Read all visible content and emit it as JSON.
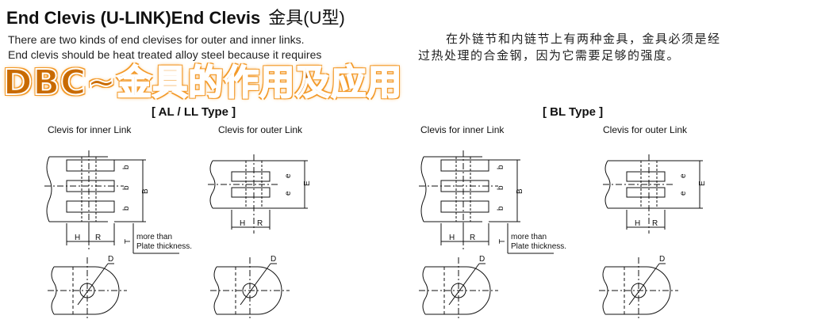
{
  "title": {
    "en": "End Clevis (U-LINK)End Clevis",
    "cn": "金具(U型)"
  },
  "intro": {
    "en_line1": "There are two kinds of end clevises for outer and inner links.",
    "en_line2": "End clevis should be heat treated alloy steel because it requires",
    "cn_line1": "在外链节和内链节上有两种金具，金具必须是经",
    "cn_line2": "过热处理的合金钢，因为它需要足够的强度。"
  },
  "banner": "DBC~金具的作用及应用",
  "banner_color": "#c86a00",
  "sections": [
    {
      "type_label": "[ AL / LL Type ]",
      "inner_label": "Clevis for inner Link",
      "outer_label": "Clevis for outer Link"
    },
    {
      "type_label": "[ BL Type ]",
      "inner_label": "Clevis for inner Link",
      "outer_label": "Clevis for outer Link"
    }
  ],
  "dims": {
    "H": "H",
    "R": "R",
    "b": "b",
    "B": "B",
    "e": "e",
    "E": "E",
    "D": "D",
    "T": "T",
    "note1": "more than",
    "note2": "Plate thickness."
  }
}
